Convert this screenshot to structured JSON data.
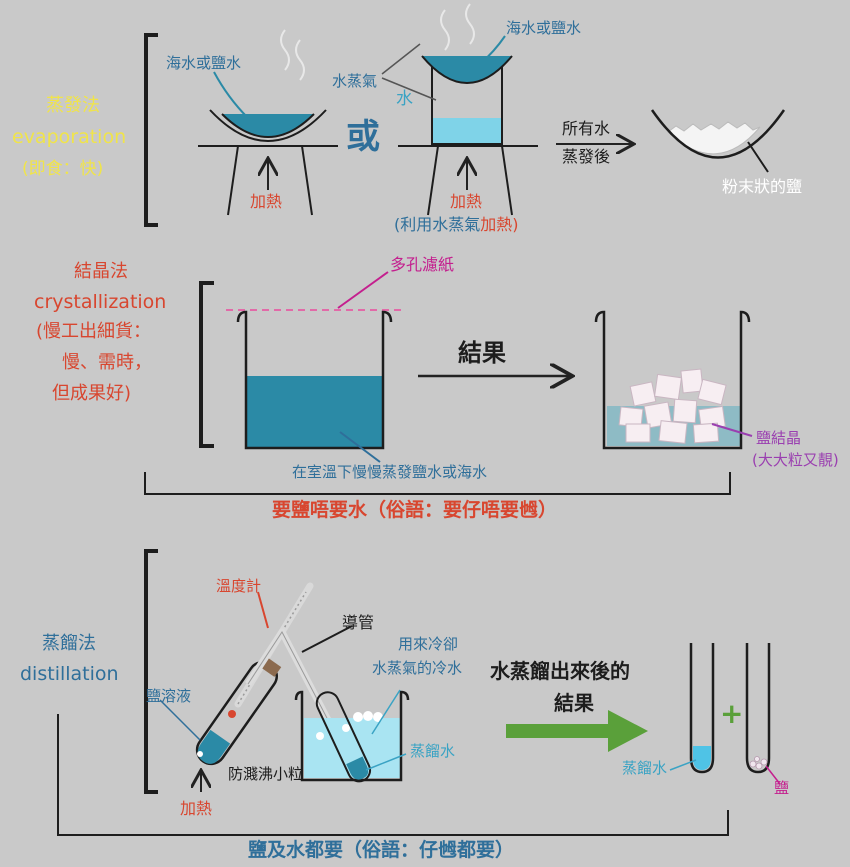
{
  "evaporation": {
    "title_zh": "蒸發法",
    "title_en": "evaporation",
    "note": "(即食：快)",
    "seawater_left": "海水或鹽水",
    "seawater_right": "海水或鹽水",
    "steam": "水蒸氣",
    "water": "水",
    "or": "或",
    "heat_left": "加熱",
    "heat_right": "加熱",
    "steam_heat_prefix": "(利用水蒸氣",
    "steam_heat_suffix": "加熱)",
    "after_line1": "所有水",
    "after_line2": "蒸發後",
    "result": "粉末狀的鹽"
  },
  "crystallization": {
    "title_zh": "結晶法",
    "title_en": "crystallization",
    "note_line1": "(慢工出細貨：",
    "note_line2": "慢、需時，",
    "note_line3": "但成果好)",
    "filter": "多孔濾紙",
    "result_label": "結果",
    "solution": "在室溫下慢慢蒸發鹽水或海水",
    "crystal": "鹽結晶",
    "crystal_note": "(大大粒又靚)",
    "summary": "要鹽唔要水（俗語：要仔唔要乸）"
  },
  "distillation": {
    "title_zh": "蒸餾法",
    "title_en": "distillation",
    "thermometer": "溫度計",
    "tube": "導管",
    "cooling_line1": "用來冷卻",
    "cooling_line2": "水蒸氣的冷水",
    "salt_solution": "鹽溶液",
    "distilled_water": "蒸餾水",
    "anti_bump": "防濺沸小粒",
    "heat": "加熱",
    "after_line1": "水蒸餾出來後的",
    "after_line2": "結果",
    "distilled_water_result": "蒸餾水",
    "plus": "+",
    "salt": "鹽",
    "summary": "鹽及水都要（俗語：仔乸都要）"
  },
  "colors": {
    "background": "#c9c9c9",
    "water_blue": "#2b8aa6",
    "light_water": "#7fd3e8",
    "yellow": "#f0e44a",
    "red": "#d8462f",
    "magenta": "#c41f8e",
    "green_arrow": "#5aa03a"
  }
}
